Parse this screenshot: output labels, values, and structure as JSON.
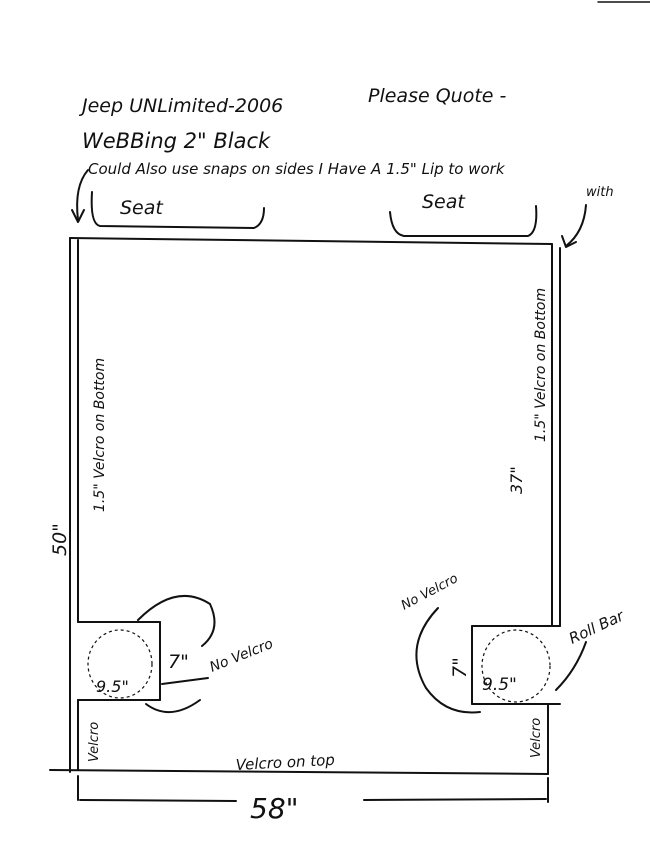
{
  "header": {
    "line1": "Jeep UNLimited-2006",
    "quote": "Please Quote -",
    "line2": "WeBBing 2\" Black",
    "line3": "Could Also use snaps on sides I Have A 1.5\" Lip to work",
    "line3_cont": "with"
  },
  "seats": {
    "left": "Seat",
    "right": "Seat"
  },
  "labels": {
    "left_velcro": "1.5\" Velcro on Bottom",
    "right_velcro": "1.5\" Velcro on Bottom",
    "height_inner": "37\"",
    "height_outer": "50\"",
    "width_bottom": "58\"",
    "velcro_top": "Velcro on top",
    "velcro_left": "Velcro",
    "velcro_right": "Velcro",
    "roll_bar": "Roll Bar",
    "left_notch_height": "7\"",
    "left_notch_width": "9.5\"",
    "left_no_velcro": "No Velcro",
    "right_notch_height": "7\"",
    "right_notch_width": "9.5\"",
    "right_no_velcro": "No Velcro"
  }
}
